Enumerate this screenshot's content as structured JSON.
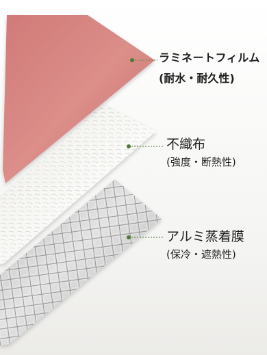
{
  "layers": [
    {
      "id": "laminate-film",
      "name": "ラミネートフィルム",
      "note": "(耐水・耐久性)",
      "marker_color": "#4c7a3a"
    },
    {
      "id": "nonwoven",
      "name": "不織布",
      "note": "(強度・断熱性)",
      "marker_color": "#4c7a3a"
    },
    {
      "id": "aluminum-film",
      "name": "アルミ蒸着膜",
      "note": "(保冷・遮熱性)",
      "marker_color": "#4c7a3a"
    }
  ],
  "colors": {
    "film": "#d98783",
    "nonwoven": "#f3f2ef",
    "aluminum": "#c9c9c9",
    "leader": "#6a8a55"
  }
}
